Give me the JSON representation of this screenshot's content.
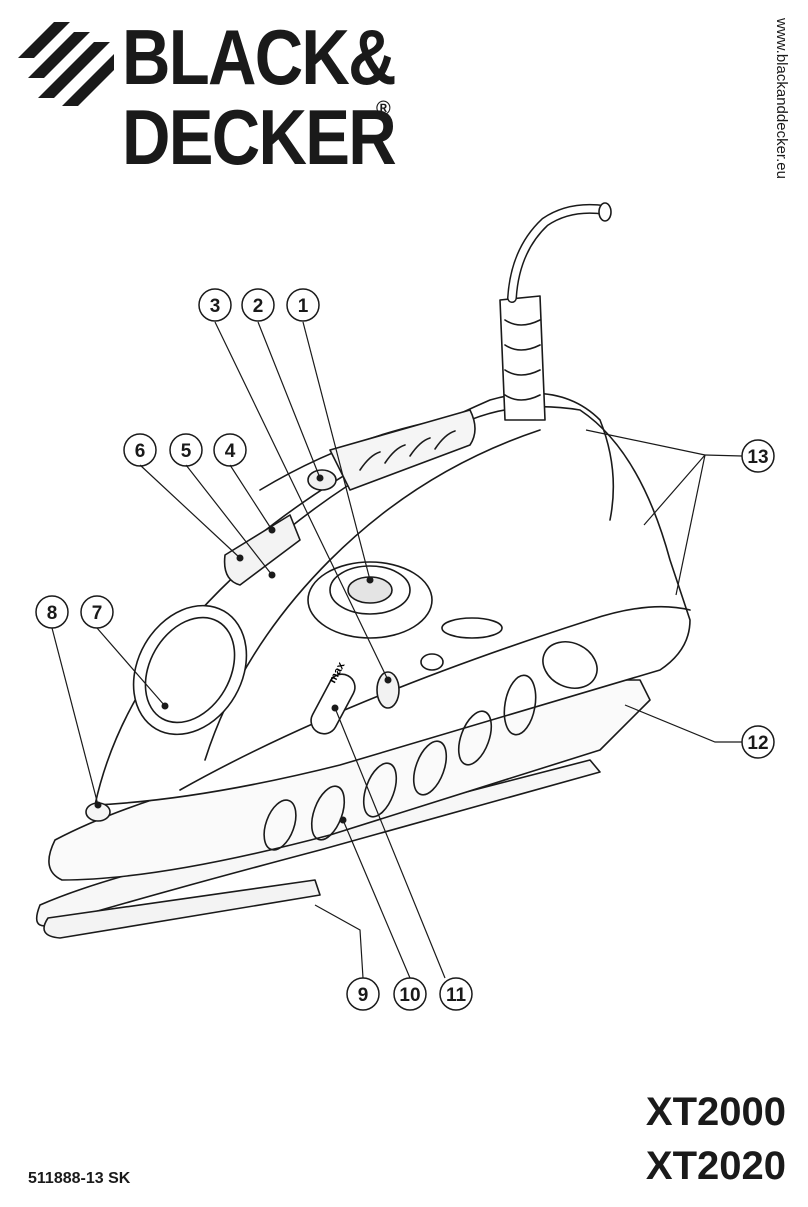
{
  "brand": {
    "line1": "BLACK&",
    "line2": "DECKER",
    "registered": "®"
  },
  "website": "www.blackanddecker.eu",
  "diagram": {
    "panel_label": "max",
    "callouts": [
      "1",
      "2",
      "3",
      "4",
      "5",
      "6",
      "7",
      "8",
      "9",
      "10",
      "11",
      "12",
      "13"
    ]
  },
  "models": [
    "XT2000",
    "XT2020"
  ],
  "document_code": "511888-13 SK"
}
